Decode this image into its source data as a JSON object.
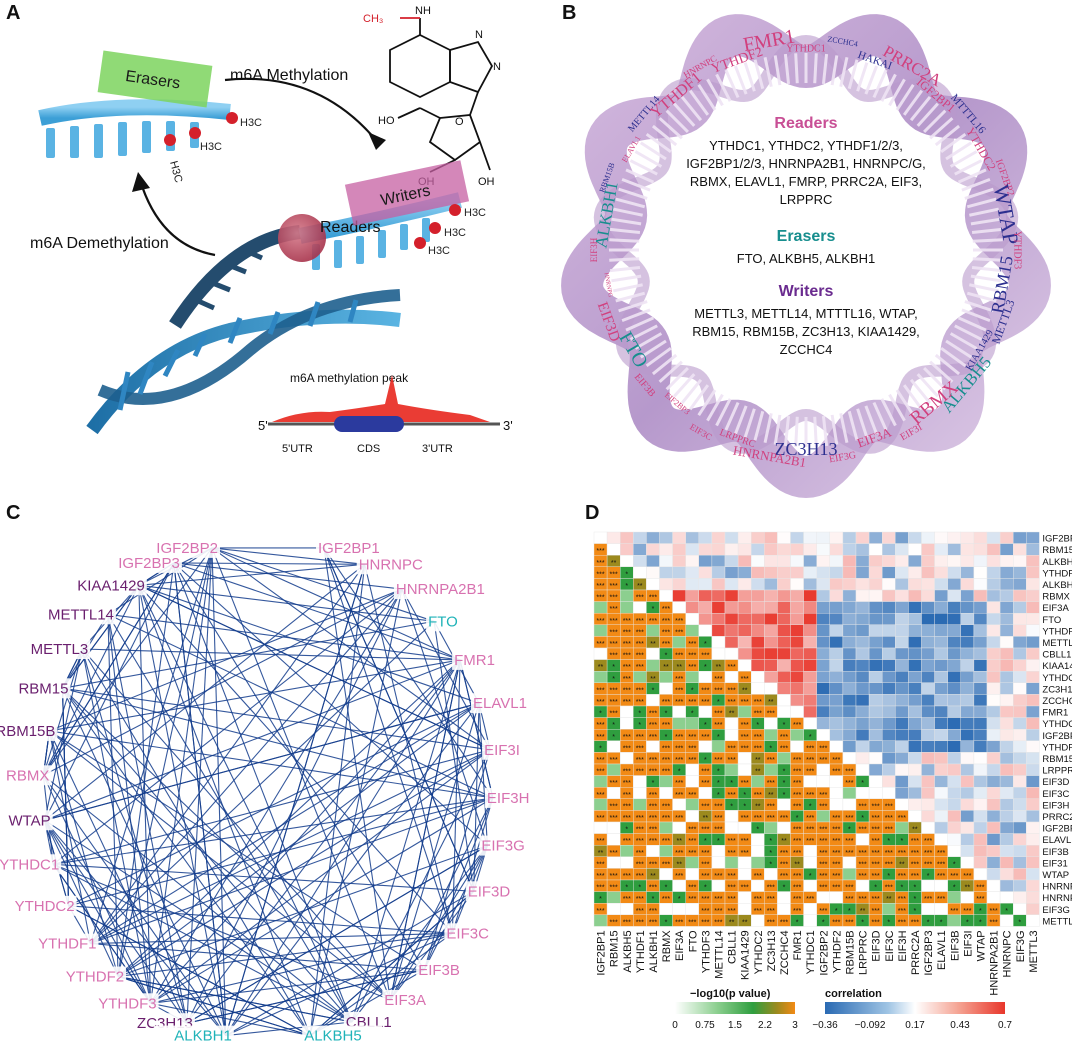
{
  "panels": {
    "a": "A",
    "b": "B",
    "c": "C",
    "d": "D"
  },
  "panel_a": {
    "erasers": "Erasers",
    "writers": "Writers",
    "readers": "Readers",
    "methylation": "m6A Methylation",
    "demethylation": "m6A Demethylation",
    "h3c": "H3C",
    "peak": "m6A methylation peak",
    "five": "5'",
    "three": "3'",
    "utr5": "5'UTR",
    "cds": "CDS",
    "utr3": "3'UTR",
    "ch3": "CH₃",
    "nh": "NH",
    "n": "N",
    "ho": "HO",
    "oh": "OH",
    "o": "O"
  },
  "panel_b": {
    "readers_title": "Readers",
    "readers_lines": [
      "YTHDC1, YTHDC2, YTHDF1/2/3,",
      "IGF2BP1/2/3, HNRNPA2B1, HNRNPC/G,",
      "RBMX, ELAVL1, FMRP, PRRC2A, EIF3,",
      "LRPPRC"
    ],
    "erasers_title": "Erasers",
    "erasers_line": "FTO,  ALKBH5,  ALKBH1",
    "writers_title": "Writers",
    "writers_lines": [
      "METTL3, METTL14, MTTTL16, WTAP,",
      "RBM15, RBM15B, ZC3H13, KIAA1429,",
      "ZCCHC4"
    ],
    "ring_labels": [
      {
        "t": "FMR1",
        "c": "pink",
        "s": 20
      },
      {
        "t": "YTHDC1",
        "c": "pink",
        "s": 10
      },
      {
        "t": "ZCCHC4",
        "c": "navy",
        "s": 8
      },
      {
        "t": "HAKAI",
        "c": "navy",
        "s": 11
      },
      {
        "t": "PRRC2A",
        "c": "pink",
        "s": 17
      },
      {
        "t": "IGF2BP1",
        "c": "pink",
        "s": 12
      },
      {
        "t": "MTTTL16",
        "c": "navy",
        "s": 11
      },
      {
        "t": "YTHDC2",
        "c": "pink",
        "s": 12
      },
      {
        "t": "IGF2BP2",
        "c": "pink",
        "s": 10
      },
      {
        "t": "WTAP",
        "c": "navy",
        "s": 22
      },
      {
        "t": "YTHDF3",
        "c": "pink",
        "s": 10
      },
      {
        "t": "RBM15",
        "c": "navy",
        "s": 18
      },
      {
        "t": "METTL3",
        "c": "navy",
        "s": 12
      },
      {
        "t": "KIAA1429",
        "c": "navy",
        "s": 10
      },
      {
        "t": "ALKBH5",
        "c": "teal",
        "s": 17
      },
      {
        "t": "RBMX",
        "c": "pink",
        "s": 19
      },
      {
        "t": "EIF3I",
        "c": "pink",
        "s": 10
      },
      {
        "t": "EIF3A",
        "c": "pink",
        "s": 13
      },
      {
        "t": "EIF3G",
        "c": "pink",
        "s": 10
      },
      {
        "t": "ZC3H13",
        "c": "navy",
        "s": 18
      },
      {
        "t": "HNRNPA2B1",
        "c": "pink",
        "s": 13
      },
      {
        "t": "LRPPRC",
        "c": "pink",
        "s": 10
      },
      {
        "t": "EIF3C",
        "c": "pink",
        "s": 9
      },
      {
        "t": "EIF2BP3",
        "c": "pink",
        "s": 8
      },
      {
        "t": "EIF3B",
        "c": "pink",
        "s": 10
      },
      {
        "t": "FTO",
        "c": "teal",
        "s": 20
      },
      {
        "t": "EIF3D",
        "c": "pink",
        "s": 15
      },
      {
        "t": "HNRNPG",
        "c": "pink",
        "s": 6
      },
      {
        "t": "EIF3H",
        "c": "pink",
        "s": 9
      },
      {
        "t": "ALKBH1",
        "c": "teal",
        "s": 17
      },
      {
        "t": "RBM15B",
        "c": "navy",
        "s": 8
      },
      {
        "t": "ELAVL1",
        "c": "pink",
        "s": 8
      },
      {
        "t": "METTL14",
        "c": "navy",
        "s": 10
      },
      {
        "t": "YTHDF1",
        "c": "pink",
        "s": 16
      },
      {
        "t": "HNRNPC",
        "c": "pink",
        "s": 9
      },
      {
        "t": "YTHDF2",
        "c": "pink",
        "s": 14
      }
    ]
  },
  "panel_c": {
    "nodes": [
      {
        "name": "IGF2BP2",
        "c": "pink"
      },
      {
        "name": "IGF2BP1",
        "c": "pink"
      },
      {
        "name": "IGF2BP3",
        "c": "pink"
      },
      {
        "name": "HNRNPC",
        "c": "pink"
      },
      {
        "name": "KIAA1429",
        "c": "purple"
      },
      {
        "name": "HNRNPA2B1",
        "c": "pink"
      },
      {
        "name": "METTL14",
        "c": "purple"
      },
      {
        "name": "FTO",
        "c": "teal"
      },
      {
        "name": "METTL3",
        "c": "purple"
      },
      {
        "name": "FMR1",
        "c": "pink"
      },
      {
        "name": "RBM15",
        "c": "purple"
      },
      {
        "name": "ELAVL1",
        "c": "pink"
      },
      {
        "name": "RBM15B",
        "c": "purple"
      },
      {
        "name": "EIF3I",
        "c": "pink"
      },
      {
        "name": "RBMX",
        "c": "pink"
      },
      {
        "name": "EIF3H",
        "c": "pink"
      },
      {
        "name": "WTAP",
        "c": "purple"
      },
      {
        "name": "EIF3G",
        "c": "pink"
      },
      {
        "name": "YTHDC1",
        "c": "pink"
      },
      {
        "name": "EIF3D",
        "c": "pink"
      },
      {
        "name": "YTHDC2",
        "c": "pink"
      },
      {
        "name": "EIF3C",
        "c": "pink"
      },
      {
        "name": "YTHDF1",
        "c": "pink"
      },
      {
        "name": "EIF3B",
        "c": "pink"
      },
      {
        "name": "YTHDF2",
        "c": "pink"
      },
      {
        "name": "EIF3A",
        "c": "pink"
      },
      {
        "name": "YTHDF3",
        "c": "pink"
      },
      {
        "name": "CBLL1",
        "c": "purple"
      },
      {
        "name": "ZC3H13",
        "c": "purple"
      },
      {
        "name": "ALKBH5",
        "c": "teal"
      },
      {
        "name": "ALKBH1",
        "c": "teal"
      }
    ]
  },
  "panel_d": {
    "genes_row": [
      "IGF2BP1",
      "RBM15",
      "ALKBH5",
      "YTHDF1",
      "ALKBH1",
      "RBMX",
      "EIF3A",
      "FTO",
      "YTHDF3",
      "METTL14",
      "CBLL1",
      "KIAA1429",
      "YTHDC2",
      "ZC3H13",
      "ZCCHC4",
      "FMR1",
      "YTHDC1",
      "IGF2BP2",
      "YTHDF2",
      "RBM15B",
      "LRPPRC",
      "EIF3D",
      "EIF3C",
      "EIF3H",
      "PRRC2A",
      "IGF2BP3",
      "ELAVL1",
      "EIF3B",
      "EIF31",
      "WTAP",
      "HNRNPA2B1",
      "HNRNPC",
      "EIF3G",
      "METTL3"
    ],
    "genes_col": [
      "IGF2BP1",
      "RBM15",
      "ALKBH5",
      "YTHDF1",
      "ALKBH1",
      "RBMX",
      "EIF3A",
      "FTO",
      "YTHDF3",
      "METTL14",
      "CBLL1",
      "KIAA1429",
      "YTHDC2",
      "ZC3H13",
      "ZCCHC4",
      "FMR1",
      "YTHDC1",
      "IGF2BP2",
      "YTHDF2",
      "RBM15B",
      "LRPPRC",
      "EIF3D",
      "EIF3C",
      "EIF3H",
      "PRRC2A",
      "IGF2BP3",
      "ELAVL1",
      "EIF3B",
      "EIF3I",
      "WTAP",
      "HNRNPA2B1",
      "HNRNPC",
      "EIF3G",
      "METTL3"
    ],
    "legend_p_title": "−log10(p value)",
    "legend_p_ticks": [
      "0",
      "0.75",
      "1.5",
      "2.2",
      "3"
    ],
    "legend_c_title": "correlation",
    "legend_c_ticks": [
      "−0.36",
      "−0.092",
      "0.17",
      "0.43",
      "0.7"
    ],
    "colors": {
      "orange": "#f28a15",
      "green": "#2f9e3f",
      "red": "#e8362b",
      "blue": "#2a6ab3"
    }
  }
}
